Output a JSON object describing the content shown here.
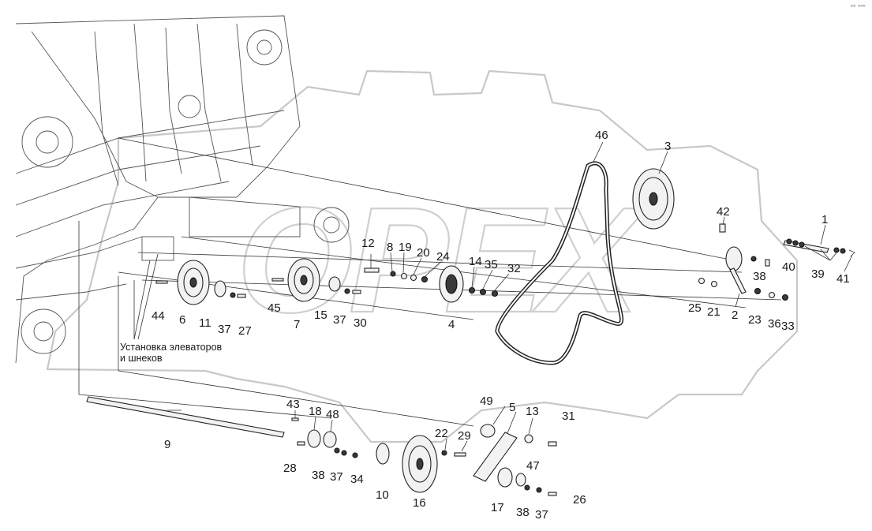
{
  "watermark": "OPEX",
  "corner_mark": "ᵉᵒ ᵒᵒᵒ",
  "caption": {
    "line1": "Установка элеваторов",
    "line2": "и шнеков"
  },
  "labels": [
    "1",
    "2",
    "3",
    "4",
    "5",
    "6",
    "7",
    "8",
    "9",
    "10",
    "11",
    "12",
    "13",
    "14",
    "15",
    "16",
    "17",
    "18",
    "19",
    "20",
    "21",
    "22",
    "23",
    "24",
    "25",
    "26",
    "27",
    "28",
    "29",
    "30",
    "31",
    "32",
    "33",
    "34",
    "35",
    "36",
    "37",
    "38",
    "39",
    "40",
    "41",
    "42",
    "43",
    "44",
    "45",
    "46",
    "47",
    "48",
    "49"
  ],
  "callouts": {
    "n1": "1",
    "n2": "2",
    "n3": "3",
    "n4": "4",
    "n5": "5",
    "n6": "6",
    "n7": "7",
    "n8": "8",
    "n9": "9",
    "n10": "10",
    "n11": "11",
    "n12": "12",
    "n13": "13",
    "n14": "14",
    "n15": "15",
    "n16": "16",
    "n17": "17",
    "n18": "18",
    "n19": "19",
    "n20": "20",
    "n21": "21",
    "n22": "22",
    "n23": "23",
    "n24": "24",
    "n25": "25",
    "n26": "26",
    "n27": "27",
    "n28": "28",
    "n29": "29",
    "n30": "30",
    "n31": "31",
    "n32": "32",
    "n33": "33",
    "n34": "34",
    "n35": "35",
    "n36": "36",
    "n37a": "37",
    "n37b": "37",
    "n37c": "37",
    "n37d": "37",
    "n38a": "38",
    "n38b": "38",
    "n38c": "38",
    "n39": "39",
    "n40": "40",
    "n41": "41",
    "n42": "42",
    "n43": "43",
    "n44": "44",
    "n45": "45",
    "n46": "46",
    "n47": "47",
    "n48": "48",
    "n49": "49"
  }
}
